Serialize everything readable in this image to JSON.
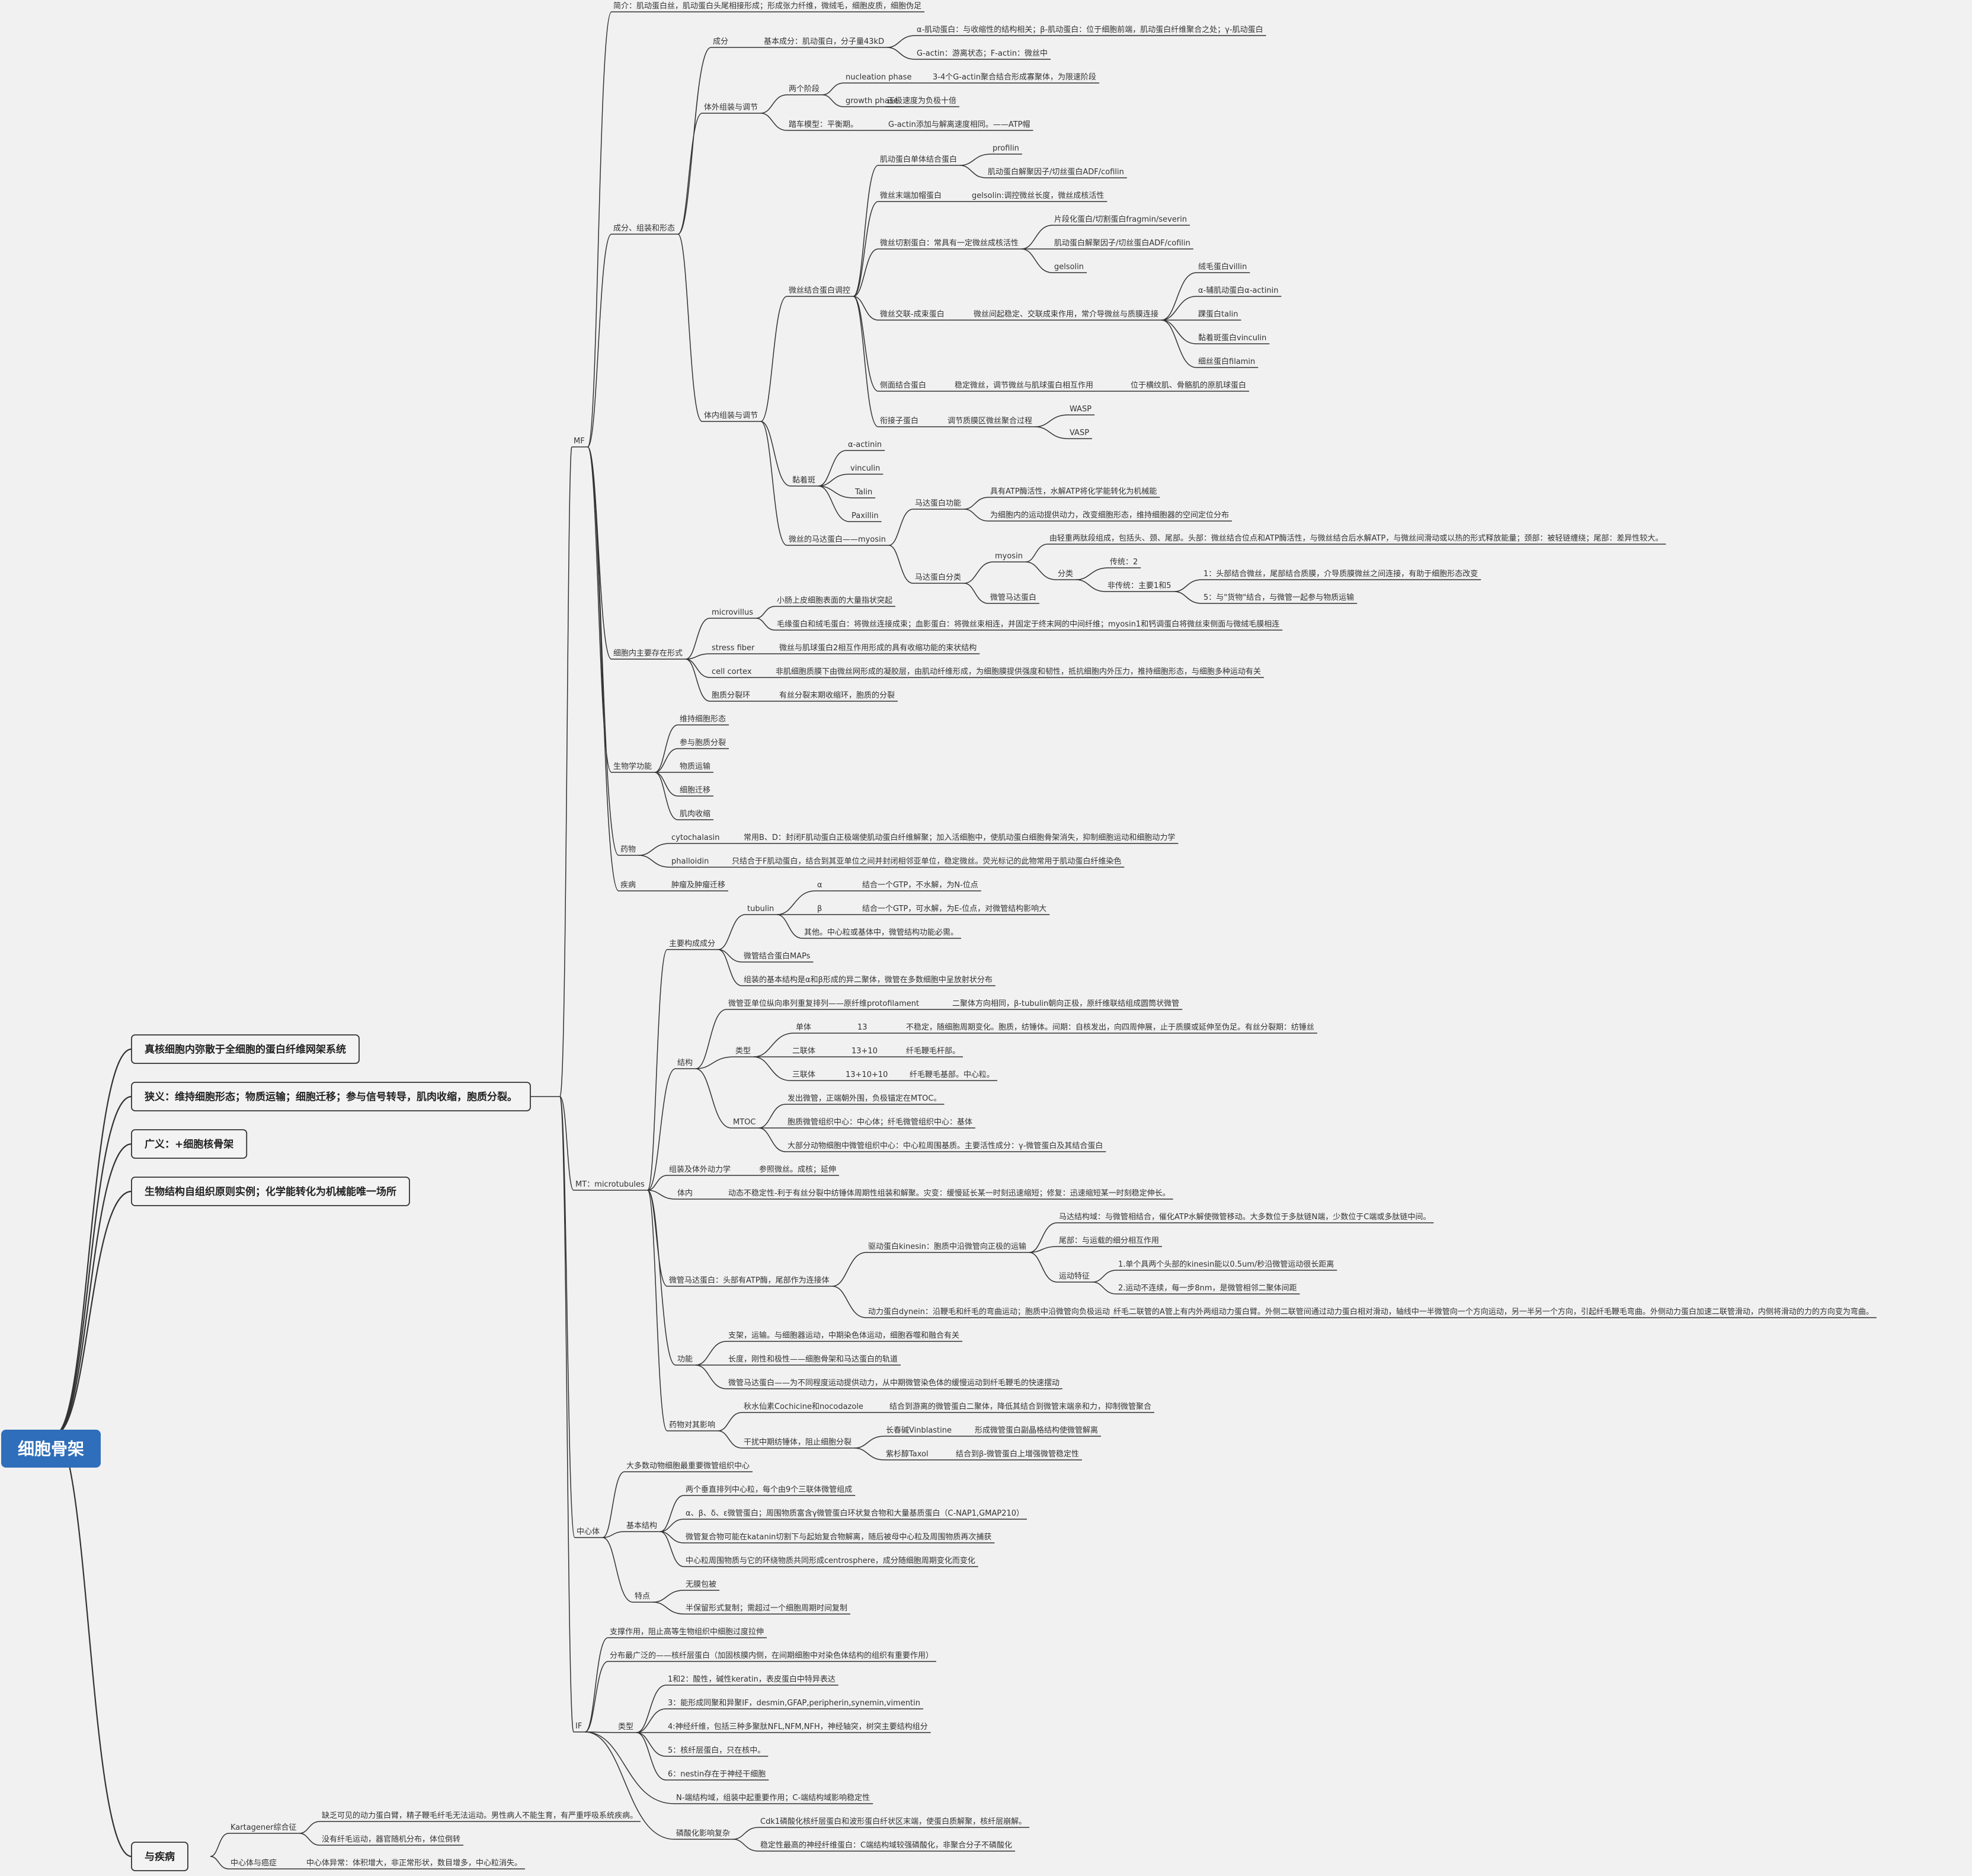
{
  "root": "细胞骨架",
  "l1": [
    "真核细胞内弥散于全细胞的蛋白纤维网架系统",
    "狭义：维持细胞形态；物质运输；细胞迁移；参与信号转导，肌肉收缩，胞质分裂。",
    "广义：+细胞核骨架",
    "生物结构自组织原则实例；化学能转化为机械能唯一场所",
    "与疾病"
  ],
  "mf": {
    "label": "MF",
    "intro": "简介：肌动蛋白丝，肌动蛋白头尾相接形成；形成张力纤维，微绒毛，细胞皮质，细胞伪足",
    "comp_asm": "成分、组装和形态",
    "comp": "成分",
    "comp_basic": "基本成分：肌动蛋白，分子量43kD",
    "comp_b1": "α-肌动蛋白：与收缩性的结构相关；β-肌动蛋白：位于细胞前端，肌动蛋白纤维聚合之处；γ-肌动蛋白",
    "comp_b2": "G-actin：游离状态；F-actin：微丝中",
    "vitro": "体外组装与调节",
    "two_stage": "两个阶段",
    "nucleation": "nucleation phase",
    "nucleation_d": "3-4个G-actin聚合结合形成寡聚体，为限速阶段",
    "growth": "growth phase",
    "growth_d": "正极速度为负极十倍",
    "treadmill": "踏车模型：平衡期。",
    "treadmill_d": "G-actin添加与解离速度相同。——ATP帽",
    "vivo": "体内组装与调节",
    "abp": "微丝结合蛋白调控",
    "mono": "肌动蛋白单体结合蛋白",
    "profilin": "profilin",
    "adf1": "肌动蛋白解聚因子/切丝蛋白ADF/cofilin",
    "cap": "微丝末端加帽蛋白",
    "cap_d": "gelsolin:调控微丝长度，微丝成核活性",
    "sever": "微丝切割蛋白：常具有一定微丝成核活性",
    "fragmin": "片段化蛋白/切割蛋白fragmin/severin",
    "adf2": "肌动蛋白解聚因子/切丝蛋白ADF/cofilin",
    "gelsolin": "gelsolin",
    "cross": "微丝交联-成束蛋白",
    "cross_d": "微丝间起稳定、交联成束作用，常介导微丝与质膜连接",
    "villin": "绒毛蛋白villin",
    "actinin_a": "α-辅肌动蛋白α-actinin",
    "talin": "踝蛋白talin",
    "vinculin": "黏着斑蛋白vinculin",
    "filamin": "细丝蛋白filamin",
    "side": "侧面结合蛋白",
    "side_d": "稳定微丝，调节微丝与肌球蛋白相互作用",
    "side_d2": "位于横纹肌、骨骼肌的原肌球蛋白",
    "adapter": "衔接子蛋白",
    "adapter_d": "调节质膜区微丝聚合过程",
    "wasp": "WASP",
    "vasp": "VASP",
    "focal": "黏着斑",
    "f1": "α-actinin",
    "f2": "vinculin",
    "f3": "Talin",
    "f4": "Paxillin",
    "myosin": "微丝的马达蛋白——myosin",
    "motor_fn": "马达蛋白功能",
    "motor_fn1": "具有ATP酶活性，水解ATP将化学能转化为机械能",
    "motor_fn2": "为细胞内的运动提供动力，改变细胞形态，维持细胞器的空间定位分布",
    "motor_cls": "马达蛋白分类",
    "myo": "myosin",
    "myo_d": "由轻重两肽段组成，包括头、颈、尾部。头部：微丝结合位点和ATP酶活性，与微丝结合后水解ATP，与微丝间滑动或以热的形式释放能量；颈部：被轻链缠绕；尾部：差异性较大。",
    "cls": "分类",
    "trad": "传统：2",
    "nontrad": "非传统：主要1和5",
    "n1": "1：头部结合微丝，尾部结合质膜，介导质膜微丝之间连接，有助于细胞形态改变",
    "n5": "5：与\"货物\"结合，与微管一起参与物质运输",
    "mt_motor": "微管马达蛋白",
    "forms": "细胞内主要存在形式",
    "mv": "microvillus",
    "mv1": "小肠上皮细胞表面的大量指状突起",
    "mv2": "毛缘蛋白和绒毛蛋白：将微丝连接成束；血影蛋白：将微丝束相连，并固定于终末网的中间纤维；myosin1和钙调蛋白将微丝束侧面与微绒毛膜相连",
    "sf": "stress fiber",
    "sf_d": "微丝与肌球蛋白2相互作用形成的具有收缩功能的束状结构",
    "cc": "cell cortex",
    "cc_d": "非肌细胞质膜下由微丝网形成的凝胶层，由肌动纤维形成，为细胞膜提供强度和韧性，抵抗细胞内外压力，推持细胞形态，与细胞多种运动有关",
    "cr": "胞质分裂环",
    "cr_d": "有丝分裂末期收缩环，胞质的分裂",
    "bio": "生物学功能",
    "bio1": "维持细胞形态",
    "bio2": "参与胞质分裂",
    "bio3": "物质运输",
    "bio4": "细胞迁移",
    "bio5": "肌肉收缩",
    "drug": "药物",
    "cyto": "cytochalasin",
    "cyto_d": "常用B、D：封闭F肌动蛋白正极端使肌动蛋白纤维解聚；加入活细胞中，使肌动蛋白细胞骨架消失，抑制细胞运动和细胞动力学",
    "phal": "phalloidin",
    "phal_d": "只结合于F肌动蛋白，结合到其亚单位之间并封闭相邻亚单位，稳定微丝。荧光标记的此物常用于肌动蛋白纤维染色",
    "disease": "疾病",
    "disease_d": "肿瘤及肿瘤迁移"
  },
  "mt": {
    "label": "MT：microtubules",
    "main": "主要构成成分",
    "tubulin": "tubulin",
    "alpha": "α",
    "alpha_d": "结合一个GTP，不水解，为N-位点",
    "beta": "β",
    "beta_d": "结合一个GTP，可水解，为E-位点，对微管结构影响大",
    "other": "其他。中心粒或基体中，微管结构功能必需。",
    "maps": "微管结合蛋白MAPs",
    "dimer": "组装的基本结构是α和β形成的异二聚体，微管在多数细胞中呈放射状分布",
    "struct": "结构",
    "proto": "微管亚单位纵向串列重复排列——原纤维protofilament",
    "proto_d": "二聚体方向相同，β-tubulin朝向正极，原纤维联结组成圆筒状微管",
    "type": "类型",
    "single": "单体",
    "single_n": "13",
    "single_d": "不稳定，随细胞周期变化。胞质，纺锤体。间期：自核发出，向四周伸展，止于质膜或延伸至伪足。有丝分裂期：纺锤丝",
    "double": "二联体",
    "double_n": "13+10",
    "double_d": "纤毛鞭毛杆部。",
    "triple": "三联体",
    "triple_n": "13+10+10",
    "triple_d": "纤毛鞭毛基部。中心粒。",
    "mtoc": "MTOC",
    "mtoc1": "发出微管，正端朝外围，负极锚定在MTOC。",
    "mtoc2": "胞质微管组织中心：中心体；纤毛微管组织中心：基体",
    "mtoc3": "大部分动物细胞中微管组织中心：中心粒周围基质。主要活性成分：γ-微管蛋白及其结合蛋白",
    "asm": "组装及体外动力学",
    "asm_d": "参照微丝。成核；延伸",
    "invivo": "体内",
    "invivo_d": "动态不稳定性-利于有丝分裂中纺锤体周期性组装和解聚。灾变：缓慢延长某一时刻迅速缩短；修复：迅速缩短某一时刻稳定伸长。",
    "motor": "微管马达蛋白：头部有ATP酶，尾部作为连接体",
    "kinesin": "驱动蛋白kinesin：胞质中沿微管向正极的运输",
    "k1": "马达结构域：与微管相结合，催化ATP水解使微管移动。大多数位于多肽链N端，少数位于C端或多肽链中间。",
    "k2": "尾部：与运载的细分相互作用",
    "k3": "运动特征",
    "k3a": "1.单个具两个头部的kinesin能以0.5um/秒沿微管运动很长距离",
    "k3b": "2.运动不连续，每一步8nm，是微管相邻二聚体间距",
    "dynein": "动力蛋白dynein：沿鞭毛和纤毛的弯曲运动；胞质中沿微管向负极运动",
    "dynein_d": "纤毛二联管的A管上有内外两组动力蛋白臂。外侧二联管间通过动力蛋白相对滑动，轴线中一半微管向一个方向运动，另一半另一个方向，引起纤毛鞭毛弯曲。外侧动力蛋白加速二联管滑动，内侧将滑动的力的方向变为弯曲。",
    "func": "功能",
    "func1": "支架，运输。与细胞器运动，中期染色体运动，细胞吞噬和融合有关",
    "func2": "长度，刚性和极性——细胞骨架和马达蛋白的轨道",
    "func3": "微管马达蛋白——为不同程度运动提供动力，从中期微管染色体的缓慢运动到纤毛鞭毛的快速摆动",
    "drug": "药物对其影响",
    "colch": "秋水仙素Cochicine和nocodazole",
    "colch_d": "结合到游离的微管蛋白二聚体，降低其结合到微管末端亲和力，抑制微管聚合",
    "spindle": "干扰中期纺锤体，阻止细胞分裂",
    "vin": "长春碱Vinblastine",
    "vin_d": "形成微管蛋白副晶格结构使微管解离",
    "taxol": "紫杉醇Taxol",
    "taxol_d": "结合到β-微管蛋白上增强微管稳定性"
  },
  "cs": {
    "label": "中心体",
    "a": "大多数动物细胞最重要微管组织中心",
    "basic": "基本结构",
    "b1": "两个垂直排列中心粒，每个由9个三联体微管组成",
    "b2": "α、β、δ、ε微管蛋白；周围物质富含γ微管蛋白环状复合物和大量基质蛋白（C-NAP1,GMAP210）",
    "b3": "微管复合物可能在katanin切割下与起始复合物解离，随后被母中心粒及周围物质再次捕获",
    "b4": "中心粒周围物质与它的环绕物质共同形成centrosphere，成分随细胞周期变化而变化",
    "feat": "特点",
    "f1": "无膜包被",
    "f2": "半保留形式复制；需超过一个细胞周期时间复制"
  },
  "if": {
    "label": "IF",
    "a": "支撑作用，阻止高等生物组织中细胞过度拉伸",
    "b": "分布最广泛的——核纤层蛋白（加固核膜内侧，在间期细胞中对染色体结构的组织有重要作用）",
    "type": "类型",
    "t1": "1和2：酸性，碱性keratin，表皮蛋白中特异表达",
    "t2": "3：能形成同聚和异聚IF，desmin,GFAP,peripherin,synemin,vimentin",
    "t3": "4:神经纤维，包括三种多聚肽NFL,NFM,NFH，神经轴突，树突主要结构组分",
    "t4": "5：核纤层蛋白，只在核中。",
    "t5": "6：nestin存在于神经干细胞",
    "n": "N-端结构域，组装中起重要作用；C-端结构域影响稳定性",
    "p": "磷酸化影响复杂",
    "p1": "Cdk1磷酸化核纤层蛋白和波形蛋白纤状区末端，使蛋白质解聚，核纤层崩解。",
    "p2": "稳定性最高的神经纤维蛋白：C端结构域较强磷酸化，非聚合分子不磷酸化"
  },
  "dis": {
    "kart": "Kartagener综合征",
    "kart1": "缺乏可见的动力蛋白臂，精子鞭毛纤毛无法运动。男性病人不能生育，有严重呼吸系统疾病。",
    "kart2": "没有纤毛运动，器官随机分布，体位倒转",
    "cancer": "中心体与癌症",
    "cancer_d": "中心体异常：体积增大，非正常形状，数目增多，中心粒消失。"
  }
}
